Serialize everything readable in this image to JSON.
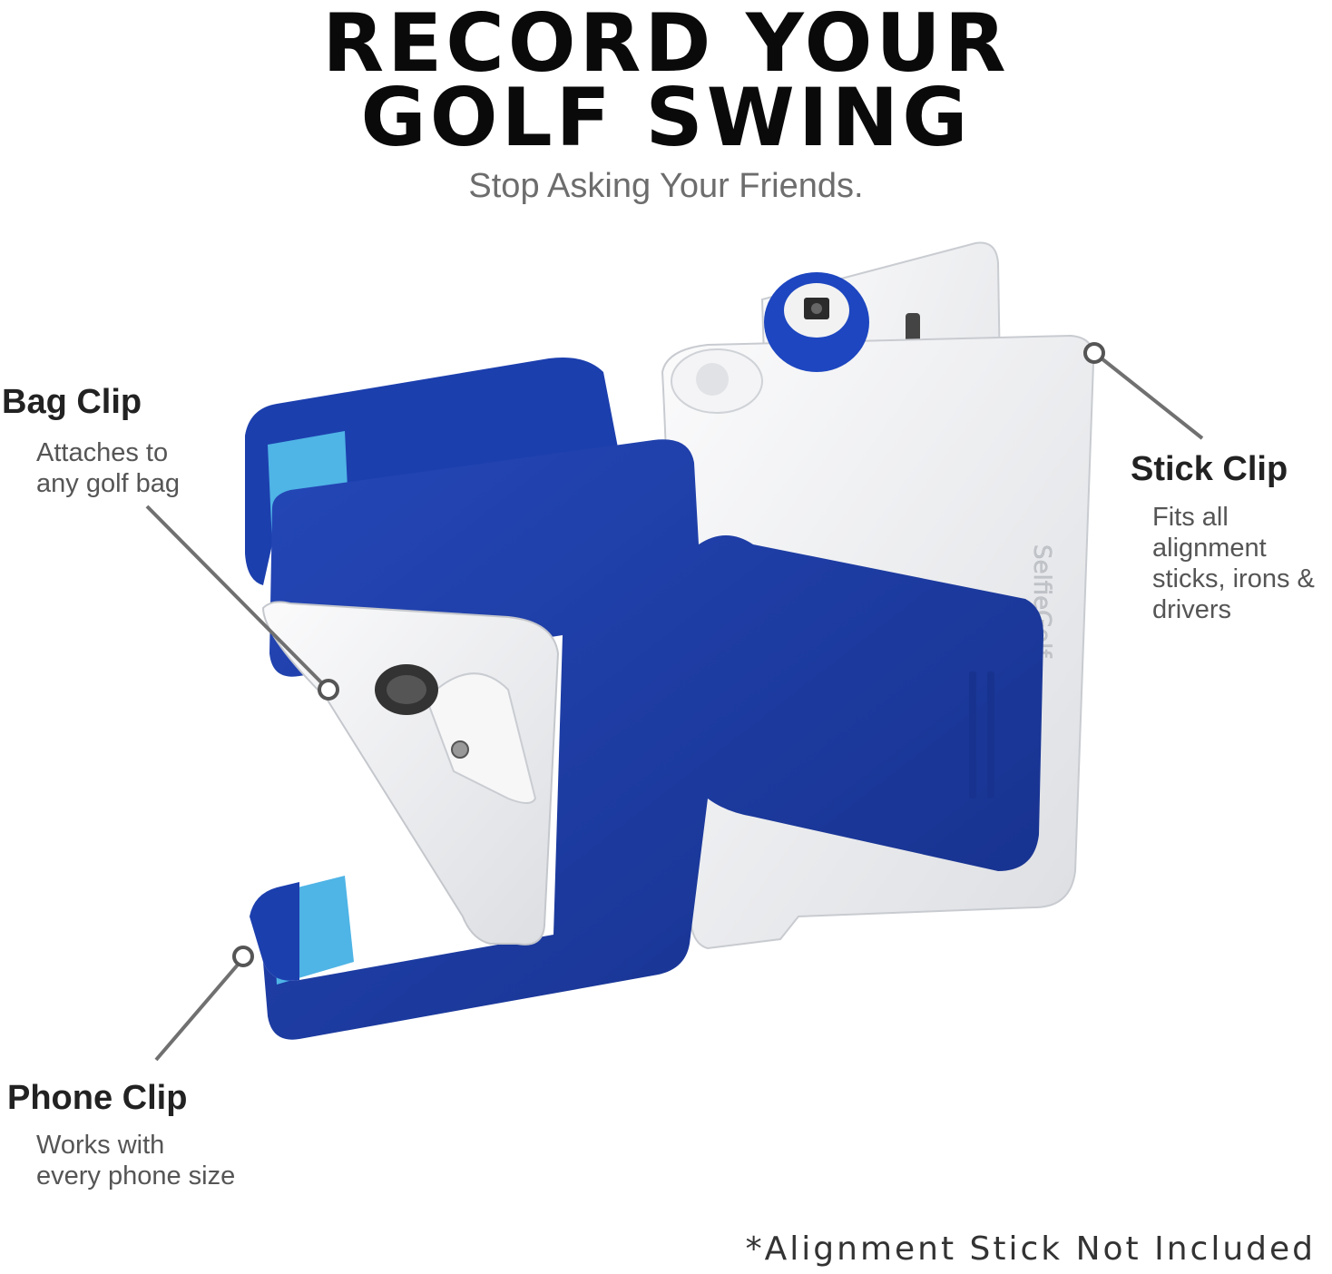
{
  "headline": {
    "line1": "RECORD YOUR",
    "line2": "GOLF SWING",
    "subtitle": "Stop Asking Your Friends."
  },
  "callouts": {
    "bag_clip": {
      "title": "Bag Clip",
      "desc_line1": "Attaches to",
      "desc_line2": "any golf bag"
    },
    "stick_clip": {
      "title": "Stick Clip",
      "desc_line1": "Fits all",
      "desc_line2": "alignment",
      "desc_line3": "sticks, irons &",
      "desc_line4": "drivers"
    },
    "phone_clip": {
      "title": "Phone Clip",
      "desc_line1": "Works with",
      "desc_line2": "every phone size"
    }
  },
  "product": {
    "brand_mark": "SelfieGolf"
  },
  "footnote": "*Alignment Stick Not Included",
  "colors": {
    "product_blue": "#1f3fa8",
    "product_blue_dark": "#152f86",
    "pad_cyan": "#4fb4e6",
    "product_white": "#ecedef",
    "leader_line": "#707070"
  }
}
